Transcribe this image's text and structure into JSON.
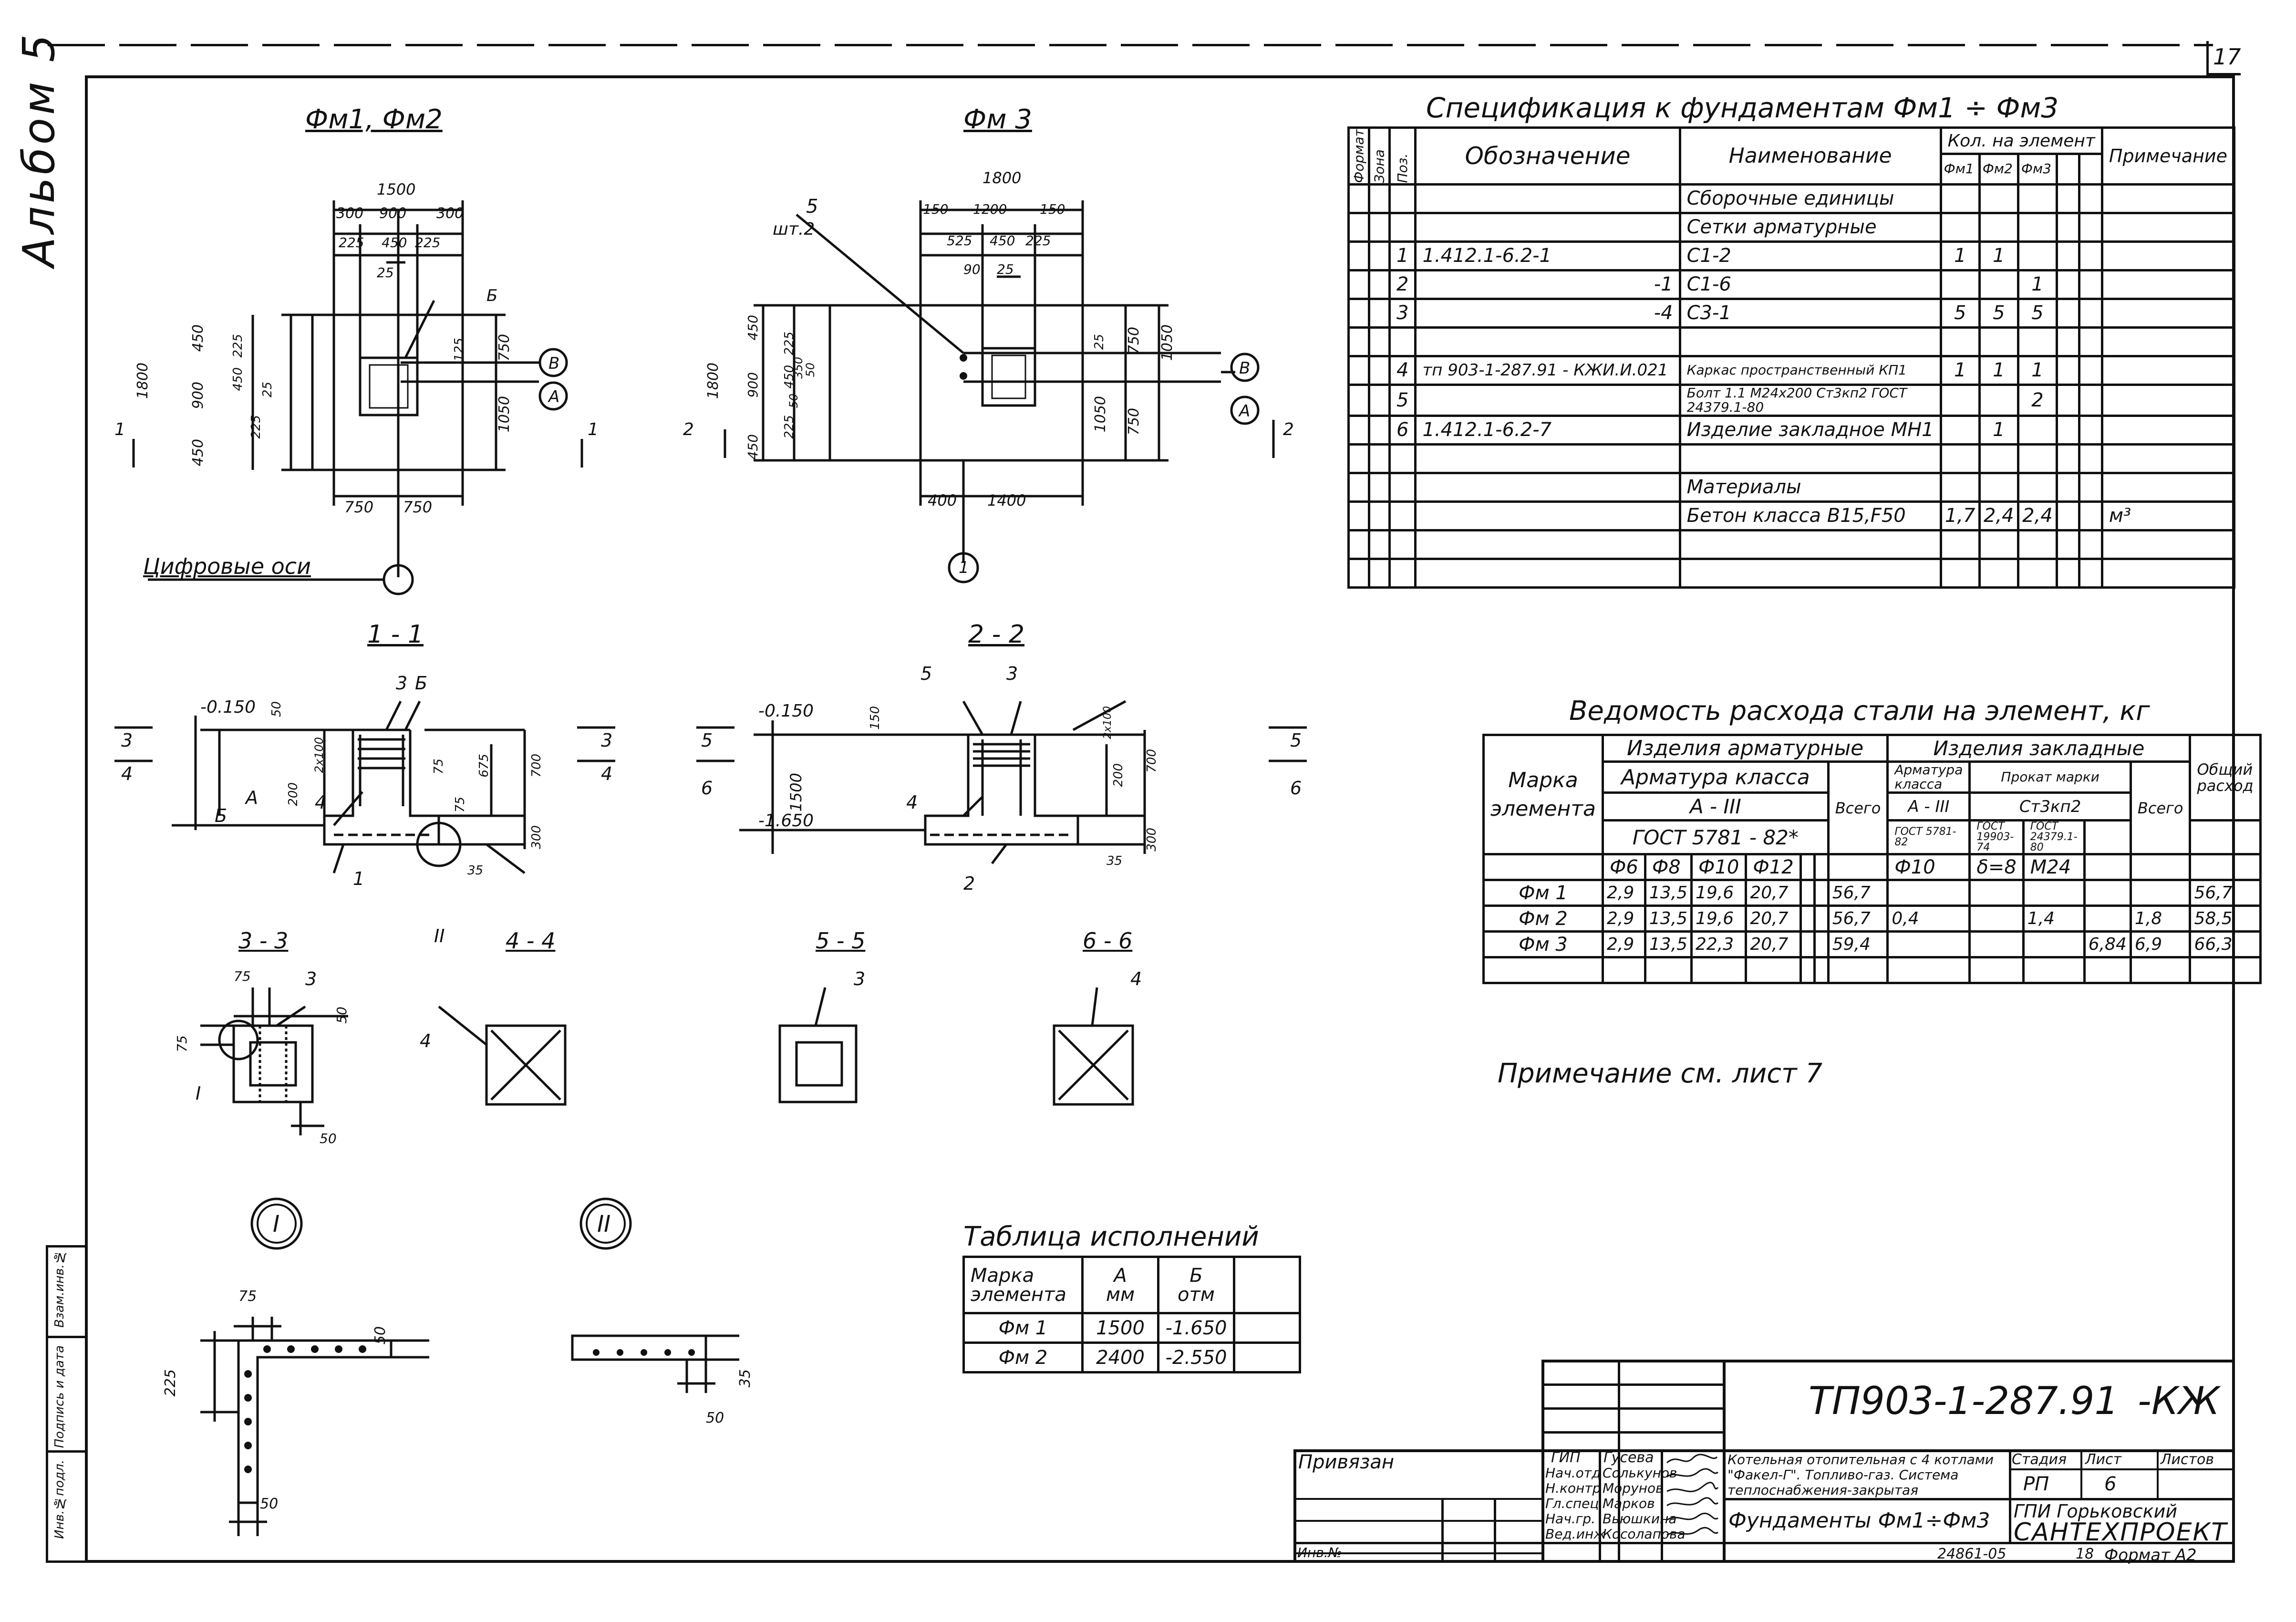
{
  "page": {
    "number": "17",
    "album": "Альбом 5"
  },
  "plans": {
    "fm12": {
      "title": "Фм1, Фм2",
      "dims_top": [
        "1500",
        "300",
        "900",
        "300",
        "225",
        "450",
        "225",
        "25",
        "Б"
      ],
      "dims_left": [
        "1800",
        "450",
        "900",
        "450",
        "225",
        "450",
        "225",
        "25"
      ],
      "dims_right": [
        "125",
        "750",
        "1050"
      ],
      "dims_bottom": [
        "750",
        "750"
      ],
      "axes": [
        "В",
        "А"
      ],
      "cut_left": "1",
      "cut_right": "1",
      "digital_axes": "Цифровые оси"
    },
    "fm3": {
      "title": "Фм 3",
      "dims_top": [
        "1800",
        "150",
        "1200",
        "150",
        "525",
        "450",
        "225",
        "90",
        "25"
      ],
      "dims_left": [
        "1800",
        "450",
        "900",
        "450",
        "225",
        "450",
        "225",
        "50",
        "350",
        "50"
      ],
      "dims_right": [
        "25",
        "750",
        "1050",
        "1050",
        "750"
      ],
      "dims_bottom": [
        "400",
        "1400"
      ],
      "axes": [
        "В",
        "А"
      ],
      "axis_num": "1",
      "pos_label": "5",
      "pos_qty": "шт.2",
      "cut_left": "2",
      "cut_right": "2"
    }
  },
  "sections": {
    "s11": {
      "title": "1 - 1",
      "mark_a": "А",
      "mark_b": "Б",
      "elev": "-0.150",
      "labels": [
        "3",
        "Б",
        "4",
        "1",
        "II",
        "3",
        "4"
      ],
      "dims": [
        "50",
        "2х100",
        "200",
        "75",
        "675",
        "700",
        "75",
        "300",
        "35"
      ]
    },
    "s22": {
      "title": "2 - 2",
      "elev1": "-0.150",
      "elev2": "-1.650",
      "labels": [
        "5",
        "3",
        "4",
        "2",
        "5",
        "6",
        "5",
        "6"
      ],
      "dims": [
        "150",
        "1500",
        "200",
        "2х100",
        "700",
        "300",
        "35"
      ]
    },
    "s33": {
      "title": "3 - 3",
      "labels": [
        "3",
        "I"
      ],
      "dims": [
        "75",
        "75",
        "50",
        "50"
      ]
    },
    "s44": {
      "title": "4 - 4",
      "labels": [
        "4"
      ]
    },
    "s55": {
      "title": "5 - 5",
      "labels": [
        "3"
      ]
    },
    "s66": {
      "title": "6 - 6",
      "labels": [
        "4"
      ]
    },
    "nodeI": {
      "title": "I",
      "dims": [
        "75",
        "225",
        "50",
        "50"
      ]
    },
    "nodeII": {
      "title": "II",
      "dims": [
        "35",
        "50"
      ]
    }
  },
  "spec": {
    "title": "Спецификация   к  фундаментам  Фм1 ÷ Фм3",
    "header": {
      "format": "Формат",
      "zone": "Зона",
      "pos": "Поз.",
      "designation": "Обозначение",
      "name": "Наименование",
      "qty": "Кол. на элемент",
      "fm1": "Фм1",
      "fm2": "Фм2",
      "fm3": "Фм3",
      "note": "Примечание"
    },
    "rows": [
      {
        "pos": "",
        "des": "",
        "name": "Сборочные единицы",
        "q1": "",
        "q2": "",
        "q3": "",
        "note": ""
      },
      {
        "pos": "",
        "des": "",
        "name": "Сетки арматурные",
        "q1": "",
        "q2": "",
        "q3": "",
        "note": ""
      },
      {
        "pos": "1",
        "des": "1.412.1-6.2-1",
        "name": "С1-2",
        "q1": "1",
        "q2": "1",
        "q3": "",
        "note": ""
      },
      {
        "pos": "2",
        "des": "-1",
        "name": "С1-6",
        "q1": "",
        "q2": "",
        "q3": "1",
        "note": ""
      },
      {
        "pos": "3",
        "des": "-4",
        "name": "С3-1",
        "q1": "5",
        "q2": "5",
        "q3": "5",
        "note": ""
      },
      {
        "pos": "",
        "des": "",
        "name": "",
        "q1": "",
        "q2": "",
        "q3": "",
        "note": ""
      },
      {
        "pos": "4",
        "des": "тп 903-1-287.91  - КЖИ.И.021",
        "name": "Каркас пространственный  КП1",
        "q1": "1",
        "q2": "1",
        "q3": "1",
        "note": ""
      },
      {
        "pos": "5",
        "des": "",
        "name": "Болт 1.1 М24х200 Ст3кп2 ГОСТ 24379.1-80",
        "q1": "",
        "q2": "",
        "q3": "2",
        "note": ""
      },
      {
        "pos": "6",
        "des": "1.412.1-6.2-7",
        "name": "Изделие закладное   МН1",
        "q1": "",
        "q2": "1",
        "q3": "",
        "note": ""
      },
      {
        "pos": "",
        "des": "",
        "name": "",
        "q1": "",
        "q2": "",
        "q3": "",
        "note": ""
      },
      {
        "pos": "",
        "des": "",
        "name": "Материалы",
        "q1": "",
        "q2": "",
        "q3": "",
        "note": ""
      },
      {
        "pos": "",
        "des": "",
        "name": "Бетон класса В15,F50",
        "q1": "1,7",
        "q2": "2,4",
        "q3": "2,4",
        "note": "м³"
      },
      {
        "pos": "",
        "des": "",
        "name": "",
        "q1": "",
        "q2": "",
        "q3": "",
        "note": ""
      },
      {
        "pos": "",
        "des": "",
        "name": "",
        "q1": "",
        "q2": "",
        "q3": "",
        "note": ""
      }
    ]
  },
  "steel": {
    "title": "Ведомость  расхода  стали  на  элемент, кг",
    "h_mark": "Марка элемента",
    "h_reinf": "Изделия  арматурные",
    "h_armclass": "Арматура  класса",
    "h_a3": "А - III",
    "h_gost": "ГОСТ  5781 - 82*",
    "h_total": "Всего",
    "h_emb": "Изделия  закладные",
    "h_emb_arm": "Арматура класса",
    "h_emb_a3": "А - III",
    "h_emb_gost": "ГОСТ 5781-82",
    "h_rolled": "Прокат марки",
    "h_rolled_grade": "Ст3кп2",
    "h_rolled_gost1": "ГОСТ 19903-74",
    "h_rolled_gost2": "ГОСТ 24379.1-80",
    "h_total2": "Всего",
    "h_overall": "Общий расход",
    "sub": [
      "Ф6",
      "Ф8",
      "Ф10",
      "Ф12",
      "Ф10",
      "δ=8",
      "М24"
    ],
    "rows": [
      {
        "mark": "Фм 1",
        "v": [
          "2,9",
          "13,5",
          "19,6",
          "20,7",
          "",
          "",
          "56,7",
          "",
          "",
          "",
          "",
          "",
          "56,7"
        ]
      },
      {
        "mark": "Фм 2",
        "v": [
          "2,9",
          "13,5",
          "19,6",
          "20,7",
          "",
          "",
          "56,7",
          "0,4",
          "",
          "1,4",
          "",
          "1,8",
          "58,5"
        ]
      },
      {
        "mark": "Фм 3",
        "v": [
          "2,9",
          "13,5",
          "22,3",
          "20,7",
          "",
          "",
          "59,4",
          "",
          "",
          "",
          "6,84",
          "6,9",
          "66,3"
        ]
      }
    ]
  },
  "note": "Примечание  см.  лист 7",
  "exec": {
    "title": "Таблица  исполнений",
    "h_mark": "Марка элемента",
    "h_a": "А",
    "h_a_unit": "мм",
    "h_b": "Б",
    "h_b_unit": "отм",
    "rows": [
      {
        "mark": "Фм 1",
        "a": "1500",
        "b": "-1.650"
      },
      {
        "mark": "Фм 2",
        "a": "2400",
        "b": "-2.550"
      }
    ]
  },
  "title_block": {
    "code": "ТП903-1-287.91",
    "suffix": "-КЖ",
    "bound": "Привязан",
    "inv": "Инв.№",
    "roles": [
      "ГИП",
      "Нач.отд",
      "Н.контр",
      "Гл.спец",
      "Нач.гр.",
      "Вед.инж"
    ],
    "names": [
      "Гусева",
      "Солькунов",
      "Морунов",
      "Марков",
      "Вьюшкина",
      "Косолапова"
    ],
    "project": "Котельная отопительная с 4 котлами \"Факел-Г\". Топливо-газ. Система теплоснабжения-закрытая",
    "stage_h": "Стадия",
    "sheet_h": "Лист",
    "sheets_h": "Листов",
    "stage": "РП",
    "sheet": "6",
    "sheets": "",
    "drawing": "Фундаменты Фм1÷Фм3",
    "org1": "ГПИ Горьковский",
    "org2": "САНТЕХПРОЕКТ",
    "footer_num": "24861-05",
    "footer_page": "18",
    "footer_format": "Формат А2"
  },
  "side_stamp": [
    "Инв.№подл.",
    "Подпись и дата",
    "Взам.инв.№"
  ]
}
